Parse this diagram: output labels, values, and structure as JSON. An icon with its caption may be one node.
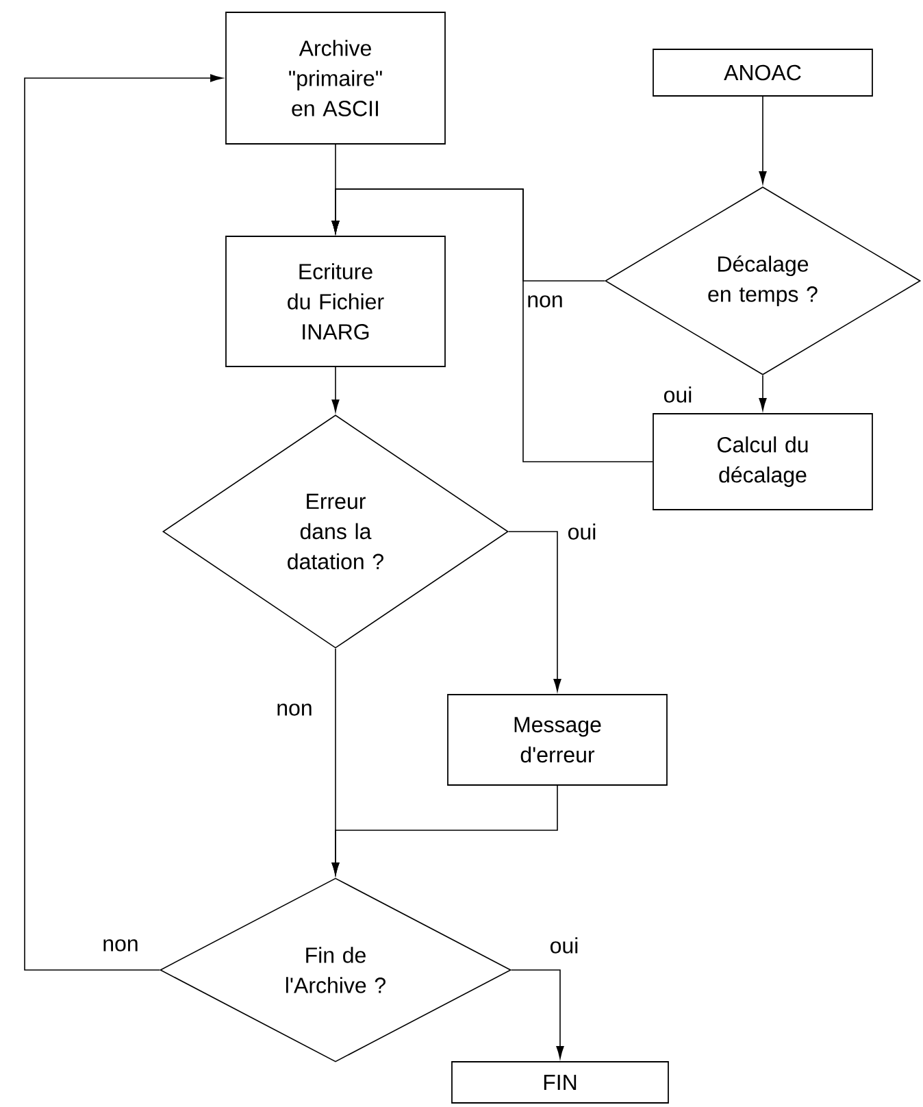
{
  "diagram": {
    "nodes": [
      {
        "text": [
          "Archive \"primaire\" en ASCII"
        ]
      },
      {
        "text": [
          "ANOAC"
        ]
      },
      {
        "text": [
          "Ecriture du Fichier INARG"
        ]
      },
      {
        "text": [
          "Décalage en temps ?"
        ]
      },
      {
        "text": [
          "Calcul du décalage"
        ]
      },
      {
        "text": [
          "Erreur dans la datation ?"
        ]
      },
      {
        "text": [
          "Message d'erreur"
        ]
      },
      {
        "text": [
          "Fin de l'Archive ?"
        ]
      },
      {
        "text": [
          "FIN"
        ]
      }
    ],
    "edges": [
      {
        "from": 0,
        "to": 2,
        "arrow": "to"
      },
      {
        "from": 1,
        "to": 3,
        "arrow": "to"
      },
      {
        "from": 3,
        "to": 2,
        "arrow": "to",
        "label": "non"
      },
      {
        "from": 3,
        "to": 4,
        "arrow": "to",
        "label": "oui"
      },
      {
        "from": 4,
        "to": 2,
        "arrow": "to"
      },
      {
        "from": 2,
        "to": 5,
        "arrow": "to"
      },
      {
        "from": 5,
        "to": 6,
        "arrow": "to",
        "label": "oui"
      },
      {
        "from": 5,
        "to": 7,
        "arrow": "to",
        "label": "non"
      },
      {
        "from": 6,
        "to": 7,
        "arrow": "to"
      },
      {
        "from": 7,
        "to": 0,
        "arrow": "to",
        "label": "non"
      },
      {
        "from": 7,
        "to": 8,
        "arrow": "to",
        "label": "oui"
      }
    ]
  }
}
